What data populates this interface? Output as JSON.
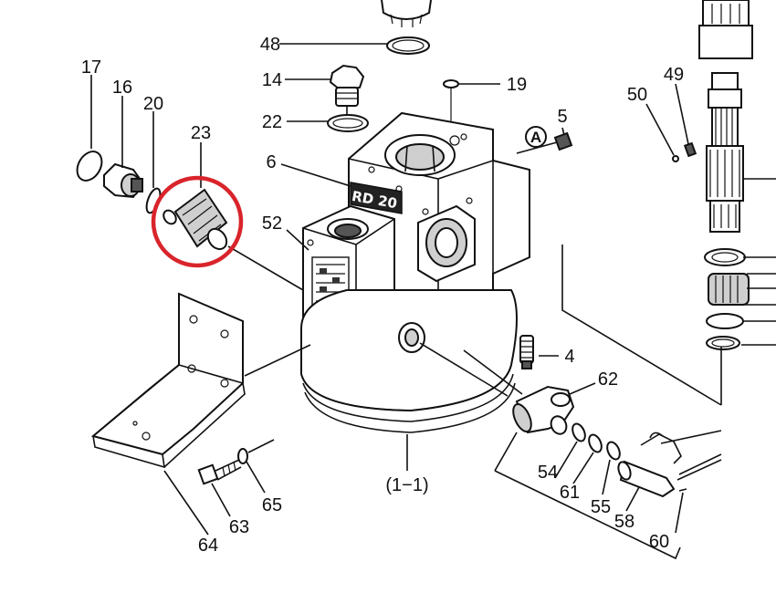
{
  "callouts": [
    {
      "id": "17",
      "text": "17"
    },
    {
      "id": "16",
      "text": "16"
    },
    {
      "id": "20",
      "text": "20"
    },
    {
      "id": "23",
      "text": "23"
    },
    {
      "id": "48",
      "text": "48"
    },
    {
      "id": "14",
      "text": "14"
    },
    {
      "id": "19",
      "text": "19"
    },
    {
      "id": "22",
      "text": "22"
    },
    {
      "id": "5",
      "text": "5"
    },
    {
      "id": "6",
      "text": "6"
    },
    {
      "id": "52",
      "text": "52"
    },
    {
      "id": "49",
      "text": "49"
    },
    {
      "id": "50",
      "text": "50"
    },
    {
      "id": "4",
      "text": "4"
    },
    {
      "id": "62",
      "text": "62"
    },
    {
      "id": "54",
      "text": "54"
    },
    {
      "id": "61",
      "text": "61"
    },
    {
      "id": "55",
      "text": "55"
    },
    {
      "id": "58",
      "text": "58"
    },
    {
      "id": "60",
      "text": "60"
    },
    {
      "id": "63",
      "text": "63"
    },
    {
      "id": "65",
      "text": "65"
    },
    {
      "id": "64",
      "text": "64"
    },
    {
      "id": "1-1",
      "text": "(1−1)"
    }
  ],
  "view_marker": "A",
  "housing_badge": "RD 20",
  "highlight": {
    "part": "23",
    "color": "#d9242b"
  }
}
